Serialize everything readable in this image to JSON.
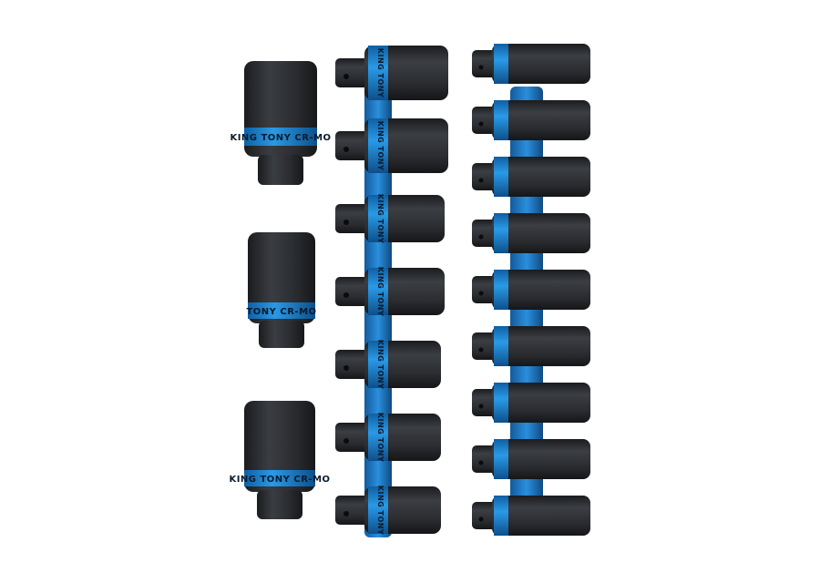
{
  "scene": {
    "subject": "impact-socket-set",
    "background_color": "#ffffff",
    "socket_color": "#2b2d31",
    "band_color": "#1c86d6",
    "rail_color": "#1f78c8"
  },
  "left_column": {
    "items": [
      {
        "band_text": "KING TONY CR-MO"
      },
      {
        "band_text": "TONY CR-MO"
      },
      {
        "band_text": "KING TONY CR-MO"
      }
    ]
  },
  "middle_column": {
    "count": 7,
    "band_text": "KING TONY"
  },
  "right_column": {
    "count": 9
  }
}
